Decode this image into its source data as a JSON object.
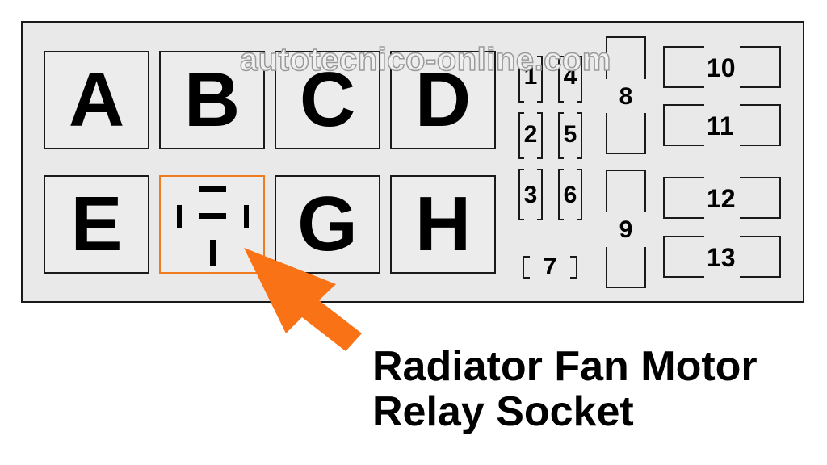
{
  "watermark": "autotecnico-online.com",
  "relays_top": [
    "A",
    "B",
    "C",
    "D"
  ],
  "relays_bottom": [
    "E",
    "",
    "G",
    "H"
  ],
  "small_fuses": [
    "1",
    "2",
    "3",
    "4",
    "5",
    "6",
    "7"
  ],
  "tall_fuses": [
    "8",
    "9"
  ],
  "maxi_fuses": [
    "10",
    "11",
    "12",
    "13"
  ],
  "caption": {
    "line1": "Radiator Fan Motor",
    "line2": "Relay Socket"
  },
  "colors": {
    "highlight": "#f07c22",
    "panel": "#e9e9e9",
    "outline": "#1a1a1a"
  }
}
